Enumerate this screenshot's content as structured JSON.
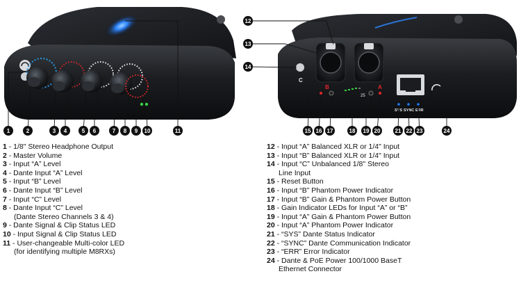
{
  "colors": {
    "device_body": "#15171a",
    "device_top": "#2a2d31",
    "knob_ring_white": "#e9ecef",
    "knob_ring_red": "#d7262b",
    "knob_ring_blue": "#2a8fd8",
    "led_blue": "#1f7bff",
    "led_green": "#3ad046",
    "led_red": "#e3262b",
    "callout_bg": "#111111",
    "leader_line": "#111111"
  },
  "front_callouts": [
    "1",
    "2",
    "3",
    "4",
    "5",
    "6",
    "7",
    "8",
    "9",
    "10",
    "11"
  ],
  "rear_callouts": [
    "12",
    "13",
    "14",
    "15",
    "16",
    "17",
    "18",
    "19",
    "20",
    "21",
    "22",
    "23",
    "24"
  ],
  "rear_panel_labels": {
    "c": "C",
    "b": "B",
    "a": "A",
    "sys": "SYS",
    "sync": "SYNC",
    "err": "ERR",
    "meter_max": "25"
  },
  "left_legend": [
    {
      "num": "1",
      "text": " - 1/8\" Stereo Headphone Output"
    },
    {
      "num": "2",
      "text": " - Master Volume"
    },
    {
      "num": "3",
      "text": " - Input “A” Level"
    },
    {
      "num": "4",
      "text": " - Dante Input “A” Level"
    },
    {
      "num": "5",
      "text": " - Input “B” Level"
    },
    {
      "num": "6",
      "text": " - Dante Input “B” Level"
    },
    {
      "num": "7",
      "text": " - Input “C” Level"
    },
    {
      "num": "8",
      "text": " - Dante Input “C” Level",
      "cont": "(Dante Stereo Channels 3 & 4)"
    },
    {
      "num": "9",
      "text": " - Dante Signal & Clip Status LED"
    },
    {
      "num": "10",
      "text": " - Input Signal & Clip Status LED"
    },
    {
      "num": "11",
      "text": " - User-changeable Multi-color LED",
      "cont": "(for identifying multiple M8RXs)"
    }
  ],
  "right_legend": [
    {
      "num": "12",
      "text": " - Input “A” Balanced XLR or 1/4\" Input"
    },
    {
      "num": "13",
      "text": " - Input “B” Balanced XLR or 1/4\" Input"
    },
    {
      "num": "14",
      "text": " - Input “C” Unbalanced 1/8\" Stereo",
      "cont": "Line Input"
    },
    {
      "num": "15",
      "text": " - Reset Button"
    },
    {
      "num": "16",
      "text": " - Input “B” Phantom Power Indicator"
    },
    {
      "num": "17",
      "text": " - Input “B” Gain & Phantom Power Button"
    },
    {
      "num": "18",
      "text": " - Gain Indicator LEDs for Input “A” or “B”"
    },
    {
      "num": "19",
      "text": " - Input “A” Gain & Phantom Power Button"
    },
    {
      "num": "20",
      "text": " - Input “A” Phantom Power Indicator"
    },
    {
      "num": "21",
      "text": " - “SYS” Dante Status Indicator"
    },
    {
      "num": "22",
      "text": " - “SYNC” Dante Communication Indicator"
    },
    {
      "num": "23",
      "text": " - “ERR” Error Indicator"
    },
    {
      "num": "24",
      "text": " - Dante & PoE Power 100/1000 BaseT",
      "cont": "Ethernet Connector"
    }
  ]
}
